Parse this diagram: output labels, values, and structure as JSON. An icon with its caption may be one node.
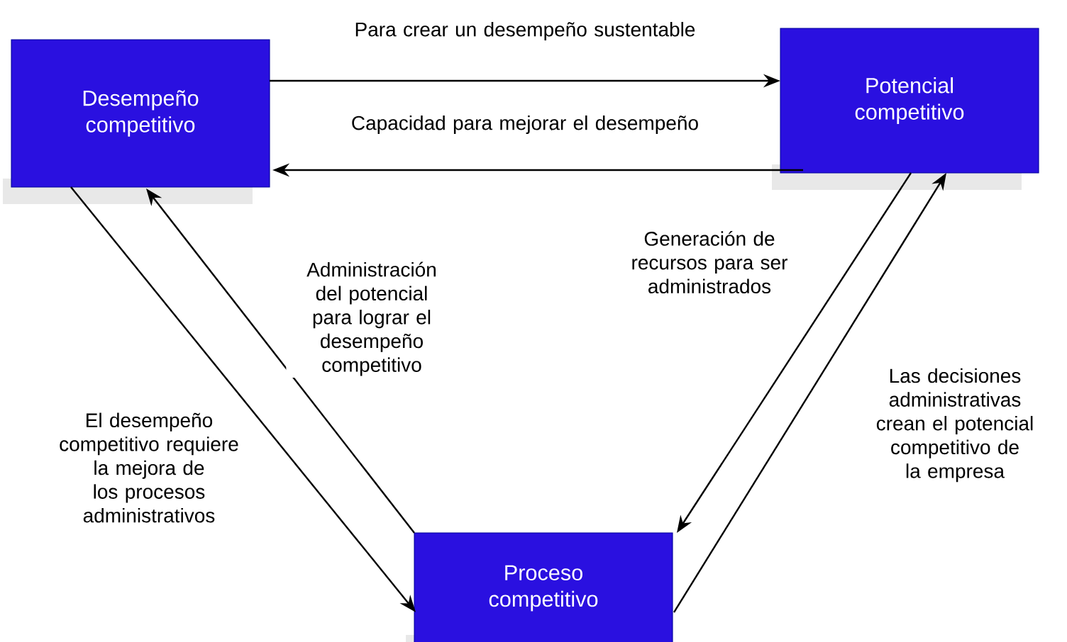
{
  "diagram": {
    "nodes": [
      {
        "text": [
          "Desempeño competitivo"
        ]
      },
      {
        "text": [
          "Potencial competitivo"
        ]
      },
      {
        "text": [
          "Proceso competitivo"
        ]
      }
    ],
    "edges": [
      {
        "from": 0,
        "to": 1,
        "arrow": "to",
        "label": "Para crear un desempeño sustentable"
      },
      {
        "from": 1,
        "to": 0,
        "arrow": "to",
        "label": "Capacidad para mejorar el desempeño"
      },
      {
        "from": 0,
        "to": 2,
        "arrow": "to",
        "label": "El desempeño competitivo requiere la mejora de los procesos administrativos"
      },
      {
        "from": 2,
        "to": 0,
        "arrow": "to",
        "label": "Administración del potencial para lograr el desempeño competitivo"
      },
      {
        "from": 1,
        "to": 2,
        "arrow": "to",
        "label": "Generación de recursos para ser administrados"
      },
      {
        "from": 2,
        "to": 1,
        "arrow": "to",
        "label": "Las decisiones administrativas crean el potencial competitivo de la empresa"
      }
    ]
  }
}
